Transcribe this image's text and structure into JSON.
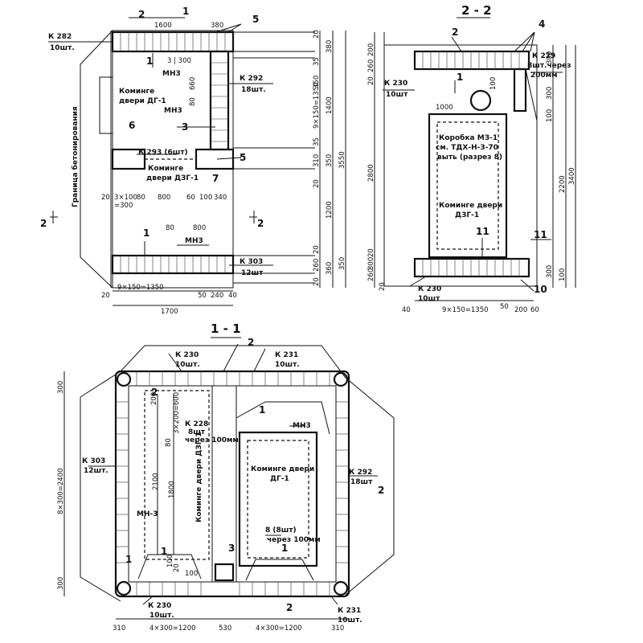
{
  "plan": {
    "marks": {
      "m2": "2",
      "m1": "1",
      "m5": "5",
      "m6": "6",
      "m3": "3",
      "m7": "7"
    },
    "top_dims": {
      "d1": "1600",
      "d2": "380"
    },
    "k282": "К 282",
    "k282_qty": "10шт.",
    "dims_inner": {
      "d340": "3 | 300",
      "d660": "660",
      "d80": "80"
    },
    "mn3_a": "МН3",
    "mn3_b": "МН3",
    "mn3_c": "МН3",
    "door_dg_line1": "Коминге",
    "door_dg_line2": "двери ДГ-1",
    "k292": "К 292",
    "k292_qty": "18шт.",
    "k293": "К 293 (6шт)",
    "door_dzg_line1": "Коминге",
    "door_dzg_line2": "двери ДЗГ-1",
    "vertical_label": "Граница бетонирования",
    "row_dims": {
      "a": "20",
      "b": "3×100",
      "c": "80",
      "d": "800",
      "e": "60",
      "f": "100",
      "g": "340",
      "h": "=300"
    },
    "cut2_left": "2",
    "cut2_right": "2",
    "mid_dims": {
      "a": "80",
      "b": "800"
    },
    "k303": "К 303",
    "k303_qty": "12шт",
    "bottom_dims": {
      "a": "20",
      "b": "9×150=1350",
      "c": "50",
      "d": "240",
      "e": "40",
      "total": "1700"
    },
    "right_dims": {
      "d20a": "20",
      "d380": "380",
      "d35a": "35",
      "d350a": "350",
      "d9": "9×150=1350",
      "d1400": "1400",
      "d35b": "35",
      "d310": "310",
      "d350b": "350",
      "d3550": "3550",
      "d20b": "20",
      "d1200": "1200",
      "d20c": "20",
      "d260": "260",
      "d360": "360",
      "d20d": "20",
      "d350c": "350"
    }
  },
  "section22": {
    "title": "2 - 2",
    "marks": {
      "m2": "2",
      "m4": "4",
      "m1": "1",
      "m11a": "11",
      "m11b": "11",
      "m10": "10"
    },
    "k229": "К 229",
    "k229_qty": "8шт.через",
    "k229_step": "200мм",
    "k230_top": "К 230",
    "k230_top_qty": "10шт",
    "d1000": "1000",
    "d100": "100",
    "korobka_line1": "Коробка МЗ-1",
    "korobka_line2": "см. ТДХ-Н-3-70",
    "korobka_line3": "выть (разрез 8)",
    "door_line1": "Коминге двери",
    "door_line2": "ДЗГ-1",
    "k230_bot": "К 230",
    "k230_bot_qty": "10шт",
    "bottom_dims": {
      "a": "40",
      "b": "9×150=1350",
      "c": "50",
      "d": "200",
      "e": "60"
    },
    "left_dims": {
      "a": "200",
      "b": "260",
      "c": "20",
      "d": "2800",
      "e": "20",
      "f": "300",
      "g": "260",
      "h": "20"
    },
    "right_dims": {
      "a": "300",
      "b": "300",
      "c": "100",
      "d": "2200",
      "e": "3400",
      "f": "300",
      "g": "100"
    }
  },
  "section11": {
    "title": "1 - 1",
    "marks": {
      "m2a": "2",
      "m2b": "2",
      "m1a": "1",
      "m1b": "1",
      "m1c": "1",
      "m1d": "1",
      "m3": "3",
      "m2right": "2",
      "m2bot": "2"
    },
    "k230_top": "К 230",
    "k230_top_qty": "10шт.",
    "k231_top": "К 231",
    "k231_top_qty": "10шт.",
    "k228": "К 228",
    "k228_qty": "8шт",
    "k228_step": "через 100мм",
    "d200": "200",
    "d80": "80",
    "d3x200": "3×200=600",
    "mn3_a": "МН3",
    "mn3_b": "МН-3",
    "door_dg_line1": "Коминге двери",
    "door_dg_line2": "ДГ-1",
    "door_dzg_vertical": "Коминге двери ДЗГ-1",
    "k303": "К 303",
    "k303_qty": "12шт.",
    "k292": "К 292",
    "k292_qty": "18шт",
    "rebar8": "8 (8шт)",
    "rebar8_step": "через 100мм",
    "d2100": "2100",
    "d1800": "1800",
    "small_dims": {
      "a": "100",
      "b": "20",
      "c": "100"
    },
    "left_dims": {
      "a": "300",
      "b": "8×300=2400",
      "c": "300"
    },
    "k230_bot": "К 230",
    "k230_bot_qty": "10шт.",
    "k231_bot": "К 231",
    "k231_bot_qty": "10шт.",
    "bottom_dims": {
      "a": "310",
      "b": "4×300=1200",
      "c": "530",
      "d": "4×300=1200",
      "e": "310"
    }
  }
}
